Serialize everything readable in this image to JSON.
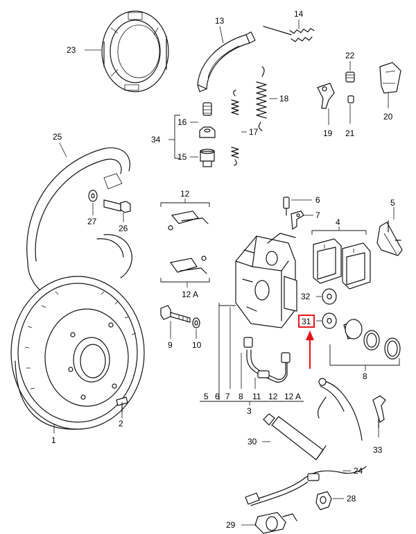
{
  "parts": {
    "p1": "1",
    "p2": "2",
    "p3": "3",
    "p4": "4",
    "p5": "5",
    "p6": "6",
    "p7": "7",
    "p8": "8",
    "p9": "9",
    "p10": "10",
    "p12": "12",
    "p12a": "12 A",
    "p13": "13",
    "p14": "14",
    "p15": "15",
    "p16": "16",
    "p17": "17",
    "p18": "18",
    "p19": "19",
    "p20": "20",
    "p21": "21",
    "p22": "22",
    "p23": "23",
    "p24": "24",
    "p25": "25",
    "p26": "26",
    "p27": "27",
    "p28": "28",
    "p29": "29",
    "p30": "30",
    "p31": "31",
    "p32": "32",
    "p33": "33",
    "p34": "34"
  },
  "kit_row": [
    "5",
    "6",
    "7",
    "8",
    "11",
    "12",
    "12 A"
  ],
  "highlight": {
    "part": "31",
    "color": "#e8141c"
  }
}
